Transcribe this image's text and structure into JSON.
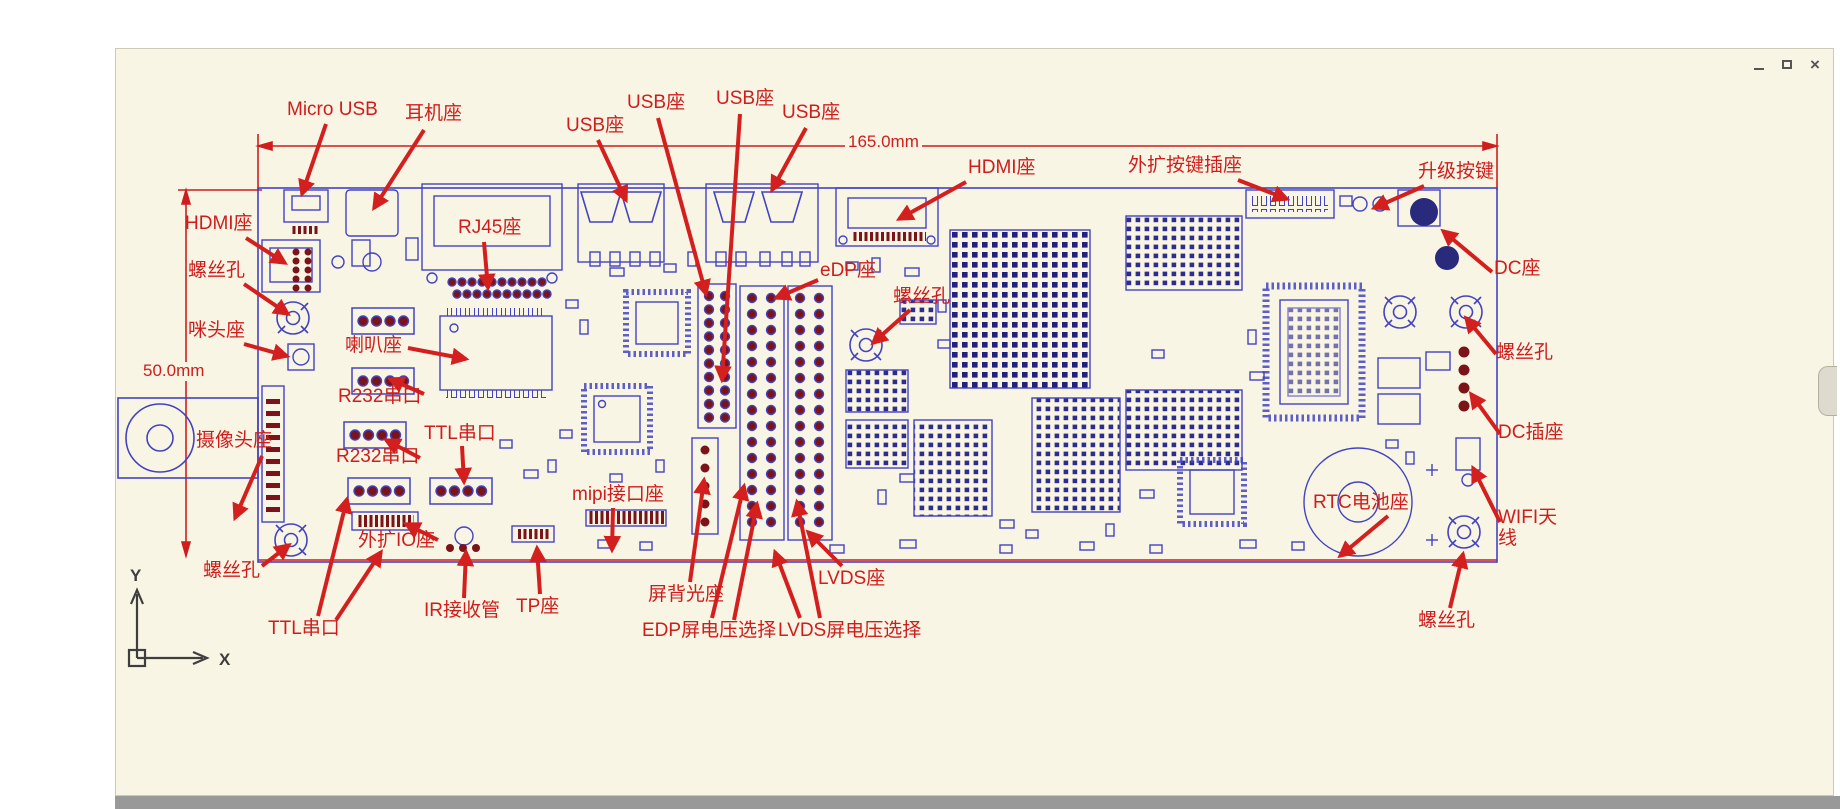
{
  "window": {
    "close_icon": "×"
  },
  "colors": {
    "canvas_background": "#f9f5e4",
    "annotation_red": "#cf1d1d",
    "board_blue": "#4343c2",
    "pin_maroon": "#7a1418",
    "bga_navy": "#22227c"
  },
  "dimensions": {
    "horizontal": "165.0mm",
    "vertical": "50.0mm"
  },
  "axis": {
    "x": "X",
    "y": "Y"
  },
  "annotations": [
    "Micro USB",
    "耳机座",
    "USB座",
    "USB座",
    "USB座",
    "USB座",
    "RJ45座",
    "HDMI座",
    "外扩按键插座",
    "升级按键",
    "HDMI座",
    "螺丝孔",
    "咪头座",
    "摄像头座",
    "螺丝孔",
    "喇叭座",
    "R232串口",
    "TTL串口",
    "R232串口",
    "外扩IO座",
    "TTL串口",
    "IR接收管",
    "TP座",
    "mipi接口座",
    "屏背光座",
    "EDP屏电压选择",
    "LVDS屏电压选择",
    "LVDS座",
    "eDP座",
    "螺丝孔",
    "DC座",
    "螺丝孔",
    "DC插座",
    "WIFI天线",
    "RTC电池座",
    "螺丝孔"
  ]
}
